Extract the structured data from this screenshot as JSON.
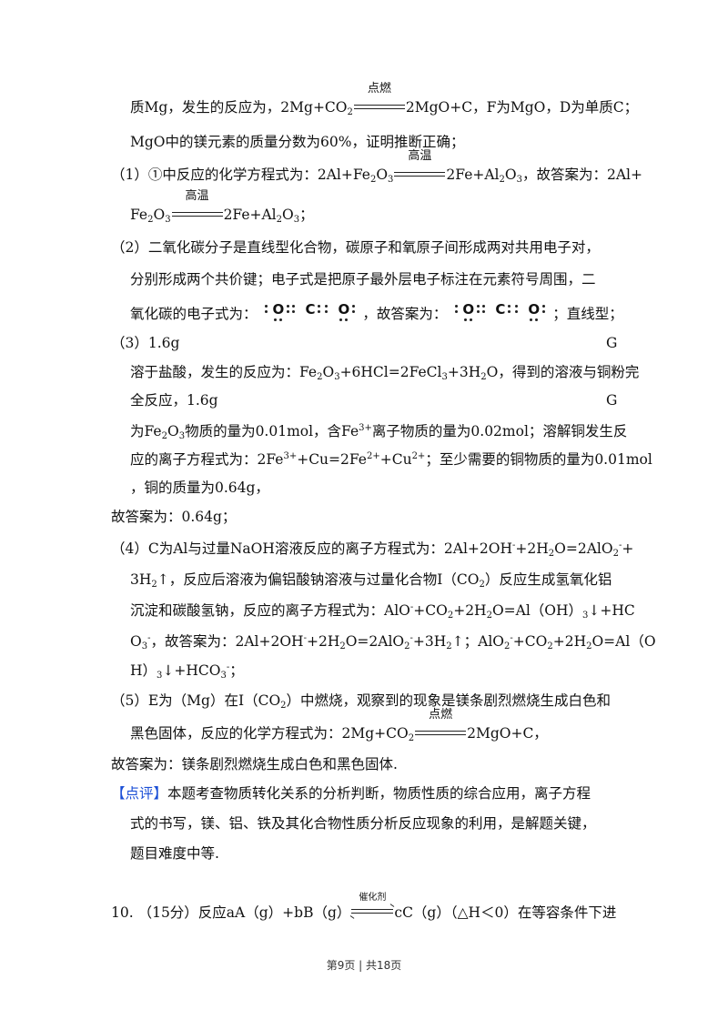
{
  "lines": {
    "l01a": "质Mg，发生的反应为，2Mg+CO",
    "l01_cond": "点燃",
    "l01b": "2MgO+C，F为MgO，D为单质C；",
    "l02": "MgO中的镁元素的质量分数为60%，证明推断正确；",
    "l03a": "（1）①中反应的化学方程式为：2Al+Fe",
    "l03_cond": "高温",
    "l03b": "2Fe+Al",
    "l03c": "，故答案为：2Al+",
    "l04a": "Fe",
    "l04_cond": "高温",
    "l04b": "2Fe+Al",
    "l04c": "；",
    "l05": "（2）二氧化碳分子是直线型化合物，碳原子和氧原子间形成两对共用电子对，",
    "l06": "分别形成两个共价键；电子式是把原子最外层电子标注在元素符号周围，二",
    "l07a": "氧化碳的电子式为：",
    "l07b": "，故答案为：",
    "l07c": "；直线型；",
    "l08a": "（3）1.6g",
    "l08b": "G",
    "l09": "溶于盐酸，发生的反应为：Fe",
    "l09b": "+6HCl=2FeCl",
    "l09c": "+3H",
    "l09d": "O，得到的溶液与铜粉完",
    "l10a": "全反应，1.6g",
    "l10b": "G",
    "l11a": "为Fe",
    "l11b": "物质的量为0.01mol，含Fe",
    "l11c": "离子物质的量为0.02mol；溶解铜发生反",
    "l12a": "应的离子方程式为：2Fe",
    "l12b": "+Cu=2Fe",
    "l12c": "+Cu",
    "l12d": "；至少需要的铜物质的量为0.01mol",
    "l13": "，铜的质量为0.64g，",
    "l14": "故答案为：0.64g；",
    "l15a": "（4）C为Al与过量NaOH溶液反应的离子方程式为：2Al+2OH",
    "l15b": "+2H",
    "l15c": "O=2AlO",
    "l15d": "+",
    "l16a": "3H",
    "l16b": "↑，反应后溶液为偏铝酸钠溶液与过量化合物I（CO",
    "l16c": "）反应生成氢氧化铝",
    "l17a": "沉淀和碳酸氢钠，反应的离子方程式为：AlO",
    "l17b": "+CO",
    "l17c": "+2H",
    "l17d": "O=Al（OH）",
    "l17e": "↓+HC",
    "l18a": "O",
    "l18b": "，故答案为：2Al+2OH",
    "l18c": "+2H",
    "l18d": "O=2AlO",
    "l18e": "+3H",
    "l18f": "↑；AlO",
    "l18g": "+CO",
    "l18h": "+2H",
    "l18i": "O=Al（O",
    "l19a": "H）",
    "l19b": "↓+HCO",
    "l19c": "；",
    "l20a": "（5）E为（Mg）在I（CO",
    "l20b": "）中燃烧，观察到的现象是镁条剧烈燃烧生成白色和",
    "l21a": "黑色固体，反应的化学方程式为：2Mg+CO",
    "l21_cond": "点燃",
    "l21b": "2MgO+C，",
    "l22": "故答案为：镁条剧烈燃烧生成白色和黑色固体.",
    "l23tag": "【点评】",
    "l23": "本题考查物质转化关系的分析判断，物质性质的综合应用，离子方程",
    "l24": "式的书写，镁、铝、铁及其化合物性质分析反应现象的利用，是解题关键，",
    "l25": "题目难度中等.",
    "l26a": "10.  （15分）反应aA（g）+bB（g）",
    "l26_cond": "催化剂",
    "l26b": "cC（g）（△H＜0）在等容条件下进"
  },
  "chem": {
    "co2_sub": "2",
    "o3_sub": "3",
    "o2_sub": "2",
    "three_plus": "3+",
    "two_plus": "2+",
    "minus": "-",
    "three_sub": "3",
    "two_sub": "2",
    "lewis_o": "O",
    "lewis_c": "C"
  },
  "footer": "第9页 | 共18页"
}
